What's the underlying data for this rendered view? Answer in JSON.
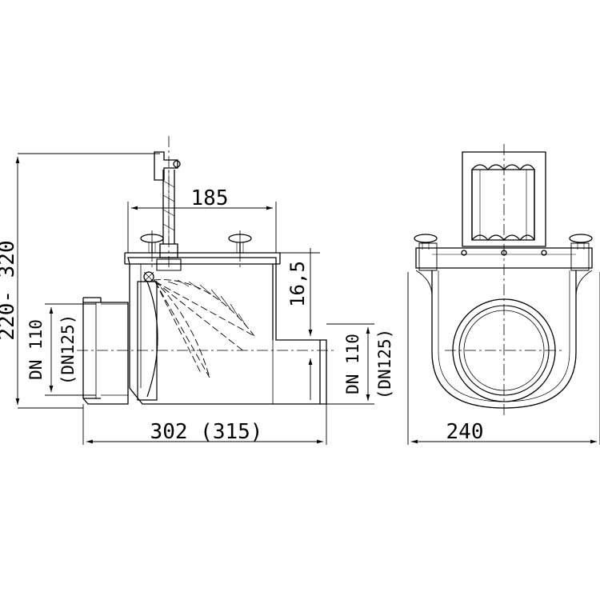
{
  "dimensions": {
    "height_range": "220- 320",
    "top_width": "185",
    "offset": "16,5",
    "inlet_dn": "DN 110",
    "inlet_dn_alt": "(DN125)",
    "outlet_dn": "DN 110",
    "outlet_dn_alt": "(DN125)",
    "total_length": "302 (315)",
    "end_width": "240"
  },
  "colors": {
    "line": "#000000",
    "background": "#ffffff"
  }
}
